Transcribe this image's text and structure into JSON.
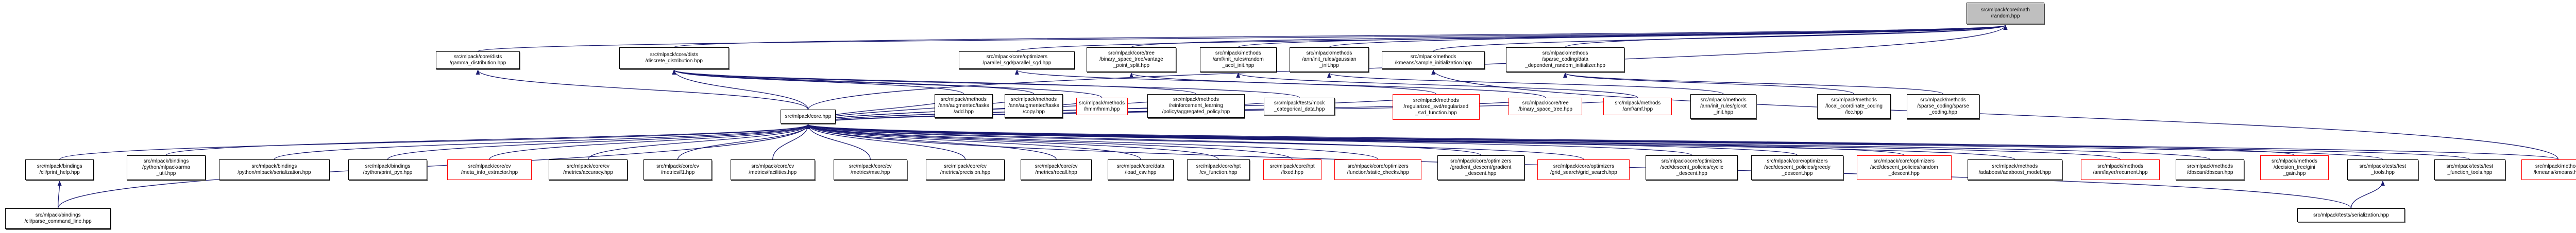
{
  "colors": {
    "edge": "#191970",
    "box_border": "#000000",
    "red_border": "#ff0000",
    "root_fill": "#bfbfbf"
  },
  "nodes": [
    {
      "id": "random",
      "label": "src/mlpack/core/math\n/random.hpp",
      "style": "root"
    },
    {
      "id": "gamma",
      "label": "src/mlpack/core/dists\n/gamma_distribution.hpp",
      "style": "normal"
    },
    {
      "id": "discrete",
      "label": "src/mlpack/core/dists\n/discrete_distribution.hpp",
      "style": "normal"
    },
    {
      "id": "parallel_sgd",
      "label": "src/mlpack/core/optimizers\n/parallel_sgd/parallel_sgd.hpp",
      "style": "normal"
    },
    {
      "id": "vantage",
      "label": "src/mlpack/core/tree\n/binary_space_tree/vantage\n_point_split.hpp",
      "style": "normal"
    },
    {
      "id": "random_acol",
      "label": "src/mlpack/methods\n/amf/init_rules/random\n_acol_init.hpp",
      "style": "normal"
    },
    {
      "id": "gaussian_init",
      "label": "src/mlpack/methods\n/ann/init_rules/gaussian\n_init.hpp",
      "style": "normal"
    },
    {
      "id": "sample_init",
      "label": "src/mlpack/methods\n/kmeans/sample_initialization.hpp",
      "style": "normal"
    },
    {
      "id": "data_dep",
      "label": "src/mlpack/methods\n/sparse_coding/data\n_dependent_random_initializer.hpp",
      "style": "normal"
    },
    {
      "id": "core",
      "label": "src/mlpack/core.hpp",
      "style": "normal"
    },
    {
      "id": "add",
      "label": "src/mlpack/methods\n/ann/augmented/tasks\n/add.hpp",
      "style": "normal"
    },
    {
      "id": "copy",
      "label": "src/mlpack/methods\n/ann/augmented/tasks\n/copy.hpp",
      "style": "normal"
    },
    {
      "id": "hmm",
      "label": "src/mlpack/methods\n/hmm/hmm.hpp",
      "style": "red"
    },
    {
      "id": "aggregated",
      "label": "src/mlpack/methods\n/reinforcement_learning\n/policy/aggregated_policy.hpp",
      "style": "normal"
    },
    {
      "id": "mock",
      "label": "src/mlpack/tests/mock\n_categorical_data.hpp",
      "style": "normal"
    },
    {
      "id": "reg_svd",
      "label": "src/mlpack/methods\n/regularized_svd/regularized\n_svd_function.hpp",
      "style": "red"
    },
    {
      "id": "bst",
      "label": "src/mlpack/core/tree\n/binary_space_tree.hpp",
      "style": "red"
    },
    {
      "id": "amf",
      "label": "src/mlpack/methods\n/amf/amf.hpp",
      "style": "red"
    },
    {
      "id": "glorot",
      "label": "src/mlpack/methods\n/ann/init_rules/glorot\n_init.hpp",
      "style": "normal"
    },
    {
      "id": "lcc",
      "label": "src/mlpack/methods\n/local_coordinate_coding\n/lcc.hpp",
      "style": "normal"
    },
    {
      "id": "sparse_coding",
      "label": "src/mlpack/methods\n/sparse_coding/sparse\n_coding.hpp",
      "style": "normal"
    },
    {
      "id": "print_help",
      "label": "src/mlpack/bindings\n/cli/print_help.hpp",
      "style": "normal"
    },
    {
      "id": "arma_util",
      "label": "src/mlpack/bindings\n/python/mlpack/arma\n_util.hpp",
      "style": "normal"
    },
    {
      "id": "py_serial",
      "label": "src/mlpack/bindings\n/python/mlpack/serialization.hpp",
      "style": "normal"
    },
    {
      "id": "print_pyx",
      "label": "src/mlpack/bindings\n/python/print_pyx.hpp",
      "style": "normal"
    },
    {
      "id": "meta_info",
      "label": "src/mlpack/core/cv\n/meta_info_extractor.hpp",
      "style": "red"
    },
    {
      "id": "accuracy",
      "label": "src/mlpack/core/cv\n/metrics/accuracy.hpp",
      "style": "normal"
    },
    {
      "id": "f1",
      "label": "src/mlpack/core/cv\n/metrics/f1.hpp",
      "style": "normal"
    },
    {
      "id": "facilities",
      "label": "src/mlpack/core/cv\n/metrics/facilities.hpp",
      "style": "normal"
    },
    {
      "id": "mse",
      "label": "src/mlpack/core/cv\n/metrics/mse.hpp",
      "style": "normal"
    },
    {
      "id": "precision",
      "label": "src/mlpack/core/cv\n/metrics/precision.hpp",
      "style": "normal"
    },
    {
      "id": "recall",
      "label": "src/mlpack/core/cv\n/metrics/recall.hpp",
      "style": "normal"
    },
    {
      "id": "load_csv",
      "label": "src/mlpack/core/data\n/load_csv.hpp",
      "style": "normal"
    },
    {
      "id": "cv_function",
      "label": "src/mlpack/core/hpt\n/cv_function.hpp",
      "style": "normal"
    },
    {
      "id": "fixed",
      "label": "src/mlpack/core/hpt\n/fixed.hpp",
      "style": "red"
    },
    {
      "id": "static_checks",
      "label": "src/mlpack/core/optimizers\n/function/static_checks.hpp",
      "style": "red"
    },
    {
      "id": "gradient_descent",
      "label": "src/mlpack/core/optimizers\n/gradient_descent/gradient\n_descent.hpp",
      "style": "normal"
    },
    {
      "id": "grid_search",
      "label": "src/mlpack/core/optimizers\n/grid_search/grid_search.hpp",
      "style": "red"
    },
    {
      "id": "cyclic",
      "label": "src/mlpack/core/optimizers\n/scd/descent_policies/cyclic\n_descent.hpp",
      "style": "normal"
    },
    {
      "id": "greedy",
      "label": "src/mlpack/core/optimizers\n/scd/descent_policies/greedy\n_descent.hpp",
      "style": "normal"
    },
    {
      "id": "random_descent",
      "label": "src/mlpack/core/optimizers\n/scd/descent_policies/random\n_descent.hpp",
      "style": "red"
    },
    {
      "id": "adaboost",
      "label": "src/mlpack/methods\n/adaboost/adaboost_model.hpp",
      "style": "normal"
    },
    {
      "id": "recurrent",
      "label": "src/mlpack/methods\n/ann/layer/recurrent.hpp",
      "style": "red"
    },
    {
      "id": "dbscan",
      "label": "src/mlpack/methods\n/dbscan/dbscan.hpp",
      "style": "normal"
    },
    {
      "id": "gini",
      "label": "src/mlpack/methods\n/decision_tree/gini\n_gain.hpp",
      "style": "red"
    },
    {
      "id": "test_tools",
      "label": "src/mlpack/tests/test\n_tools.hpp",
      "style": "normal"
    },
    {
      "id": "test_function_tools",
      "label": "src/mlpack/tests/test\n_function_tools.hpp",
      "style": "normal"
    },
    {
      "id": "kmeans",
      "label": "src/mlpack/methods\n/kmeans/kmeans.hpp",
      "style": "red"
    },
    {
      "id": "parse_cmd",
      "label": "src/mlpack/bindings\n/cli/parse_command_line.hpp",
      "style": "normal"
    },
    {
      "id": "tests_serial",
      "label": "src/mlpack/tests/serialization.hpp",
      "style": "normal"
    }
  ],
  "edges": [
    [
      "gamma",
      "random"
    ],
    [
      "discrete",
      "random"
    ],
    [
      "parallel_sgd",
      "random"
    ],
    [
      "vantage",
      "random"
    ],
    [
      "random_acol",
      "random"
    ],
    [
      "gaussian_init",
      "random"
    ],
    [
      "sample_init",
      "random"
    ],
    [
      "data_dep",
      "random"
    ],
    [
      "core",
      "random"
    ],
    [
      "core",
      "gamma"
    ],
    [
      "core",
      "discrete"
    ],
    [
      "add",
      "discrete"
    ],
    [
      "copy",
      "discrete"
    ],
    [
      "hmm",
      "discrete"
    ],
    [
      "aggregated",
      "discrete"
    ],
    [
      "mock",
      "discrete"
    ],
    [
      "reg_svd",
      "parallel_sgd"
    ],
    [
      "bst",
      "vantage"
    ],
    [
      "amf",
      "random_acol"
    ],
    [
      "glorot",
      "gaussian_init"
    ],
    [
      "lcc",
      "data_dep"
    ],
    [
      "sparse_coding",
      "data_dep"
    ],
    [
      "kmeans",
      "sample_init"
    ],
    [
      "add",
      "core"
    ],
    [
      "copy",
      "core"
    ],
    [
      "hmm",
      "core"
    ],
    [
      "aggregated",
      "core"
    ],
    [
      "mock",
      "core"
    ],
    [
      "reg_svd",
      "core"
    ],
    [
      "bst",
      "core"
    ],
    [
      "amf",
      "core"
    ],
    [
      "print_help",
      "core"
    ],
    [
      "arma_util",
      "core"
    ],
    [
      "py_serial",
      "core"
    ],
    [
      "print_pyx",
      "core"
    ],
    [
      "meta_info",
      "core"
    ],
    [
      "accuracy",
      "core"
    ],
    [
      "f1",
      "core"
    ],
    [
      "facilities",
      "core"
    ],
    [
      "mse",
      "core"
    ],
    [
      "precision",
      "core"
    ],
    [
      "recall",
      "core"
    ],
    [
      "load_csv",
      "core"
    ],
    [
      "cv_function",
      "core"
    ],
    [
      "fixed",
      "core"
    ],
    [
      "static_checks",
      "core"
    ],
    [
      "gradient_descent",
      "core"
    ],
    [
      "grid_search",
      "core"
    ],
    [
      "cyclic",
      "core"
    ],
    [
      "greedy",
      "core"
    ],
    [
      "random_descent",
      "core"
    ],
    [
      "adaboost",
      "core"
    ],
    [
      "recurrent",
      "core"
    ],
    [
      "dbscan",
      "core"
    ],
    [
      "gini",
      "core"
    ],
    [
      "test_tools",
      "core"
    ],
    [
      "test_function_tools",
      "core"
    ],
    [
      "kmeans",
      "core"
    ],
    [
      "parse_cmd",
      "core"
    ],
    [
      "parse_cmd",
      "print_help"
    ],
    [
      "tests_serial",
      "core"
    ],
    [
      "tests_serial",
      "test_tools"
    ]
  ]
}
